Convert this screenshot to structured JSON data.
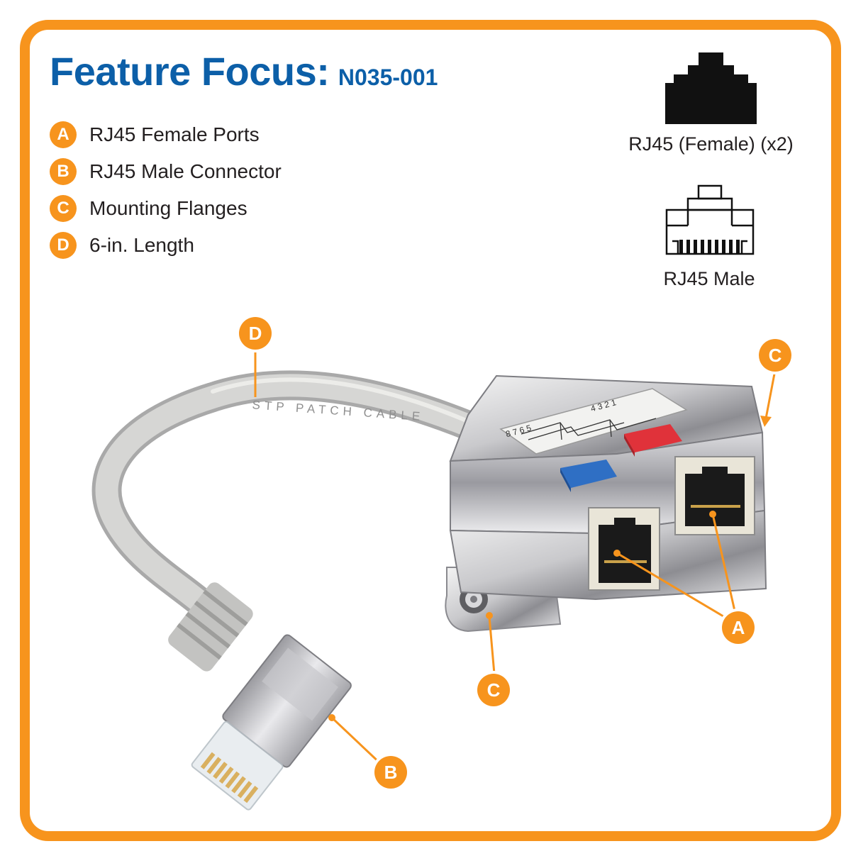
{
  "title": {
    "main": "Feature Focus:",
    "model": "N035-001"
  },
  "features": [
    {
      "letter": "A",
      "label": "RJ45 Female Ports"
    },
    {
      "letter": "B",
      "label": "RJ45 Male Connector"
    },
    {
      "letter": "C",
      "label": "Mounting Flanges"
    },
    {
      "letter": "D",
      "label": "6-in. Length"
    }
  ],
  "icons": {
    "female": {
      "label": "RJ45 (Female) (x2)"
    },
    "male": {
      "label": "RJ45 Male"
    }
  },
  "product": {
    "cable_print": "STP PATCH CABLE",
    "callouts": {
      "a": "A",
      "b": "B",
      "c1": "C",
      "c2": "C",
      "d": "D"
    },
    "wiring_left": "8 7 6 5",
    "wiring_right": "4 3 2 1"
  },
  "colors": {
    "accent": "#f7941d",
    "brand": "#0c5fa8",
    "port_blue": "#2f6fc4",
    "port_red": "#e0323a"
  }
}
